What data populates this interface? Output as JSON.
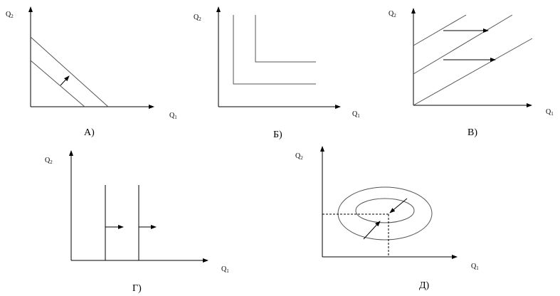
{
  "panels": {
    "a": {
      "caption": "А)",
      "y_axis": "Q",
      "y_sub": "2",
      "x_axis": "Q",
      "x_sub": "1"
    },
    "b": {
      "caption": "Б)",
      "y_axis": "Q",
      "y_sub": "2",
      "x_axis": "Q",
      "x_sub": "1"
    },
    "v": {
      "caption": "В)",
      "y_axis": "Q",
      "y_sub": "2",
      "x_axis": "Q",
      "x_sub": "1"
    },
    "g": {
      "caption": "Г)",
      "y_axis": "Q",
      "y_sub": "2",
      "x_axis": "Q",
      "x_sub": "1"
    },
    "d": {
      "caption": "Д)",
      "y_axis": "Q",
      "y_sub": "2",
      "x_axis": "Q",
      "x_sub": "1"
    }
  }
}
